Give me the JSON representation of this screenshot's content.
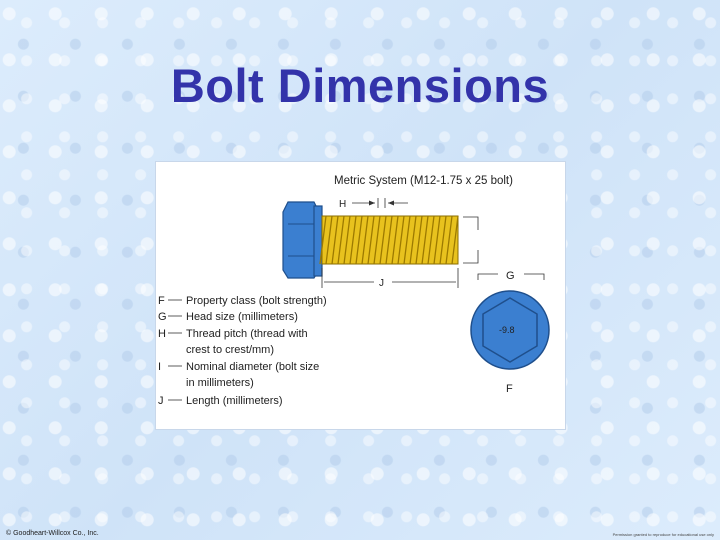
{
  "slide": {
    "title": "Bolt Dimensions"
  },
  "figure": {
    "heading": "Metric System (M12-1.75 x 25 bolt)",
    "dim_labels": {
      "h": "H",
      "j": "J",
      "g": "G",
      "f": "F"
    },
    "head_marking": "-9.8",
    "legend": [
      {
        "letter": "F",
        "text": "Property class (bolt strength)"
      },
      {
        "letter": "G",
        "text": "Head size (millimeters)"
      },
      {
        "letter": "H",
        "text": "Thread pitch (thread with"
      },
      {
        "letter": "",
        "text": "crest to crest/mm)"
      },
      {
        "letter": "I",
        "text": "Nominal diameter (bolt size"
      },
      {
        "letter": "",
        "text": "in millimeters)"
      },
      {
        "letter": "J",
        "text": "Length (millimeters)"
      }
    ],
    "colors": {
      "bolt_head": "#3b7fd0",
      "thread": "#e8c21e"
    }
  },
  "footer": {
    "copyright": "© Goodheart-Willcox Co., Inc.",
    "permission": "Permission granted to reproduce for educational use only"
  }
}
